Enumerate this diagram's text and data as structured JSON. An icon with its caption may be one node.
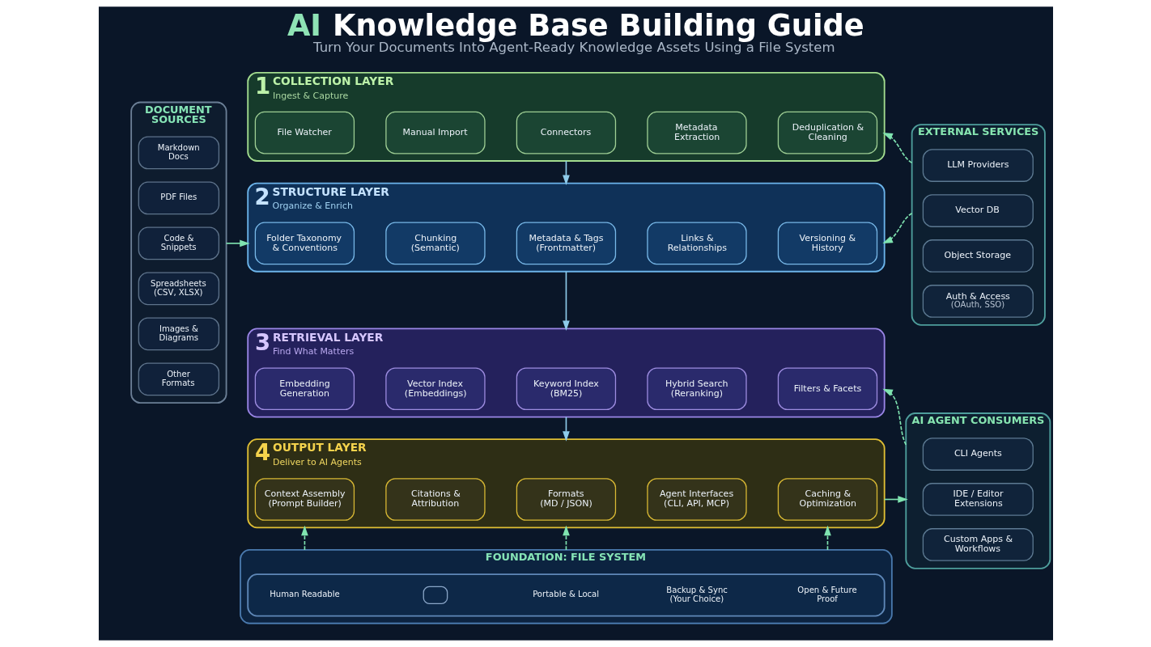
{
  "diagram": {
    "title": "AI Knowledge Base Building Guide",
    "caption": "Turn Your Documents Into Agent-Ready Knowledge Assets Using a File System",
    "nodes": [
      {
        "text": [
          "DOCUMENT SOURCES"
        ]
      },
      {
        "text": [
          "Markdown Docs"
        ],
        "in": 0
      },
      {
        "text": [
          "PDF Files"
        ],
        "in": 0
      },
      {
        "text": [
          "Code & Snippets"
        ],
        "in": 0
      },
      {
        "text": [
          "Spreadsheets (CSV, XLSX)"
        ],
        "in": 0
      },
      {
        "text": [
          "Images & Diagrams"
        ],
        "in": 0
      },
      {
        "text": [
          "Other Formats"
        ],
        "in": 0
      },
      {
        "text": [
          "1",
          "COLLECTION LAYER",
          "Ingest & Capture"
        ]
      },
      {
        "text": [
          "File Watcher"
        ],
        "in": 7
      },
      {
        "text": [
          "Manual Import"
        ],
        "in": 7
      },
      {
        "text": [
          "Connectors"
        ],
        "in": 7
      },
      {
        "text": [
          "Metadata Extraction"
        ],
        "in": 7
      },
      {
        "text": [
          "Deduplication & Cleaning"
        ],
        "in": 7
      },
      {
        "text": [
          "2",
          "STRUCTURE LAYER",
          "Organize & Enrich"
        ]
      },
      {
        "text": [
          "Folder Taxonomy & Conventions"
        ],
        "in": 13
      },
      {
        "text": [
          "Chunking (Semantic)"
        ],
        "in": 13
      },
      {
        "text": [
          "Metadata & Tags (Frontmatter)"
        ],
        "in": 13
      },
      {
        "text": [
          "Links & Relationships"
        ],
        "in": 13
      },
      {
        "text": [
          "Versioning & History"
        ],
        "in": 13
      },
      {
        "text": [
          "3",
          "RETRIEVAL LAYER",
          "Find What Matters"
        ]
      },
      {
        "text": [
          "Embedding Generation"
        ],
        "in": 19
      },
      {
        "text": [
          "Vector Index (Embeddings)"
        ],
        "in": 19
      },
      {
        "text": [
          "Keyword Index (BM25)"
        ],
        "in": 19
      },
      {
        "text": [
          "Hybrid Search (Reranking)"
        ],
        "in": 19
      },
      {
        "text": [
          "Filters & Facets"
        ],
        "in": 19
      },
      {
        "text": [
          "4",
          "OUTPUT LAYER",
          "Deliver to AI Agents"
        ]
      },
      {
        "text": [
          "Context Assembly (Prompt Builder)"
        ],
        "in": 25
      },
      {
        "text": [
          "Citations & Attribution"
        ],
        "in": 25
      },
      {
        "text": [
          "Formats (MD / JSON)"
        ],
        "in": 25
      },
      {
        "text": [
          "Agent Interfaces (CLI, API, MCP)"
        ],
        "in": 25
      },
      {
        "text": [
          "Caching & Optimization"
        ],
        "in": 25
      },
      {
        "text": [
          "EXTERNAL SERVICES"
        ]
      },
      {
        "text": [
          "LLM Providers"
        ],
        "in": 31
      },
      {
        "text": [
          "Vector DB"
        ],
        "in": 31
      },
      {
        "text": [
          "Object Storage"
        ],
        "in": 31
      },
      {
        "text": [
          "Auth & Access",
          "(OAuth, SSO)"
        ],
        "in": 31
      },
      {
        "text": [
          "AI AGENT CONSUMERS"
        ]
      },
      {
        "text": [
          "CLI Agents"
        ],
        "in": 36
      },
      {
        "text": [
          "IDE / Editor Extensions"
        ],
        "in": 36
      },
      {
        "text": [
          "Custom Apps & Workflows"
        ],
        "in": 36
      },
      {
        "text": [
          "FOUNDATION: FILE SYSTEM"
        ]
      },
      {
        "text": [],
        "shape": "box",
        "in": 40
      },
      {
        "text": [
          "Human Readable"
        ],
        "in": 41
      },
      {
        "text": [],
        "shape": "box",
        "in": 41
      },
      {
        "text": [
          "Portable & Local"
        ],
        "in": 41
      },
      {
        "text": [
          "Backup & Sync (Your Choice)"
        ],
        "in": 41
      },
      {
        "text": [
          "Open & Future Proof"
        ],
        "in": 41
      }
    ],
    "edges": [
      {
        "from": 0,
        "to": 13,
        "arrow": "to"
      },
      {
        "from": 7,
        "to": 13,
        "arrow": "to",
        "color": "#8ecbea"
      },
      {
        "from": 13,
        "to": 19,
        "arrow": "to",
        "color": "#8ecbea"
      },
      {
        "from": 19,
        "to": 25,
        "arrow": "to",
        "color": "#8ecbea"
      },
      {
        "from": 31,
        "to": 7,
        "arrow": "to",
        "style": "dashed"
      },
      {
        "from": 31,
        "to": 13,
        "arrow": "to",
        "style": "dashed"
      },
      {
        "from": 36,
        "to": 19,
        "arrow": "to",
        "style": "dashed"
      },
      {
        "from": 25,
        "to": 36,
        "arrow": "to"
      },
      {
        "from": 40,
        "to": 25,
        "arrow": "to",
        "style": "dashed"
      },
      {
        "from": 40,
        "to": 25,
        "arrow": "to",
        "style": "dashed"
      },
      {
        "from": 40,
        "to": 25,
        "arrow": "to",
        "style": "dashed"
      }
    ]
  }
}
